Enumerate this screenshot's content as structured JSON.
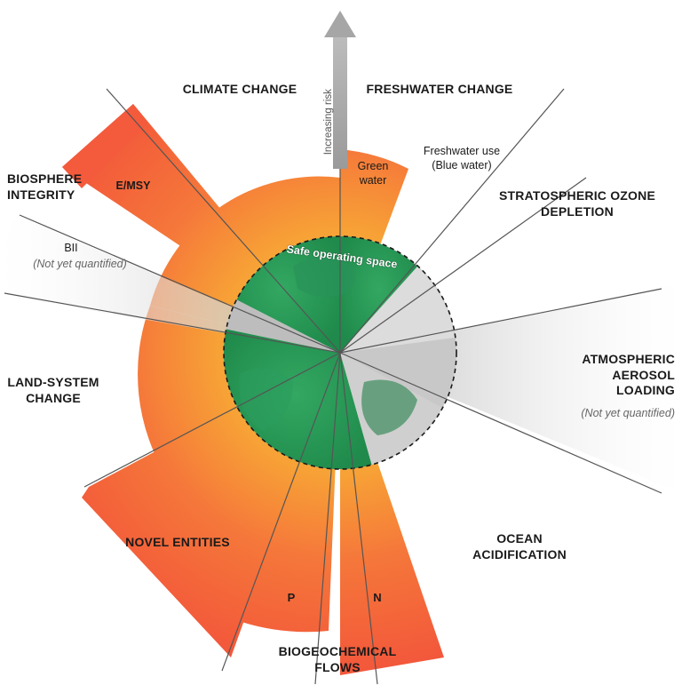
{
  "arrow_label": "Increasing risk",
  "center_label": "Safe operating space",
  "boundaries": {
    "climate_change": "CLIMATE CHANGE",
    "freshwater_change": "FRESHWATER CHANGE",
    "freshwater_use": "Freshwater use",
    "blue_water": "(Blue water)",
    "green_water_1": "Green",
    "green_water_2": "water",
    "ozone_1": "STRATOSPHERIC OZONE",
    "ozone_2": "DEPLETION",
    "aerosol_1": "ATMOSPHERIC",
    "aerosol_2": "AEROSOL",
    "aerosol_3": "LOADING",
    "aerosol_nq": "(Not yet quantified)",
    "ocean_1": "OCEAN",
    "ocean_2": "ACIDIFICATION",
    "biogeo_1": "BIOGEOCHEMICAL",
    "biogeo_2": "FLOWS",
    "biogeo_n": "N",
    "biogeo_p": "P",
    "novel_entities": "NOVEL ENTITIES",
    "land_1": "LAND-SYSTEM",
    "land_2": "CHANGE",
    "bii": "BII",
    "bii_nq": "(Not yet quantified)",
    "biosphere_1": "BIOSPHERE",
    "biosphere_2": "INTEGRITY",
    "emsy": "E/MSY"
  },
  "colors": {
    "beyond_boundary_outer": "#f45a3c",
    "zone_of_uncertainty": "#f7a63a",
    "safe_space": "#2a9a57",
    "not_quantified": "#d4d4d4",
    "arrow": "#a6a6a6"
  }
}
